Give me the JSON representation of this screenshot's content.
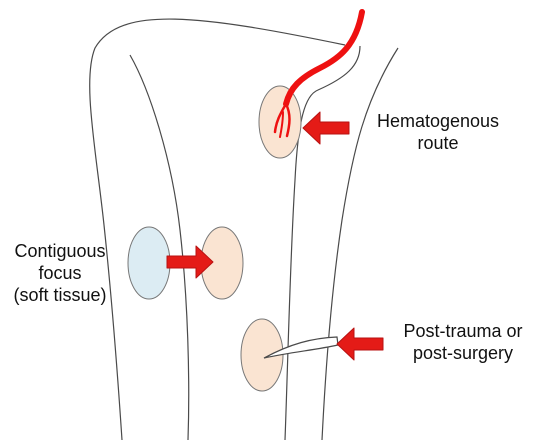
{
  "colors": {
    "outline": "#4a4a4a",
    "vessel": "#ee1111",
    "arrow": "#e41b17",
    "arrow_edge": "#b81212",
    "focus_bone": "#fae4d2",
    "focus_soft_tissue": "#dcecf3",
    "focus_edge": "#777777"
  },
  "labels": {
    "hematogenous": [
      "Hematogenous",
      "route"
    ],
    "contiguous": [
      "Contiguous",
      "focus",
      "(soft tissue)"
    ],
    "trauma": [
      "Post-trauma or",
      "post-surgery"
    ]
  }
}
